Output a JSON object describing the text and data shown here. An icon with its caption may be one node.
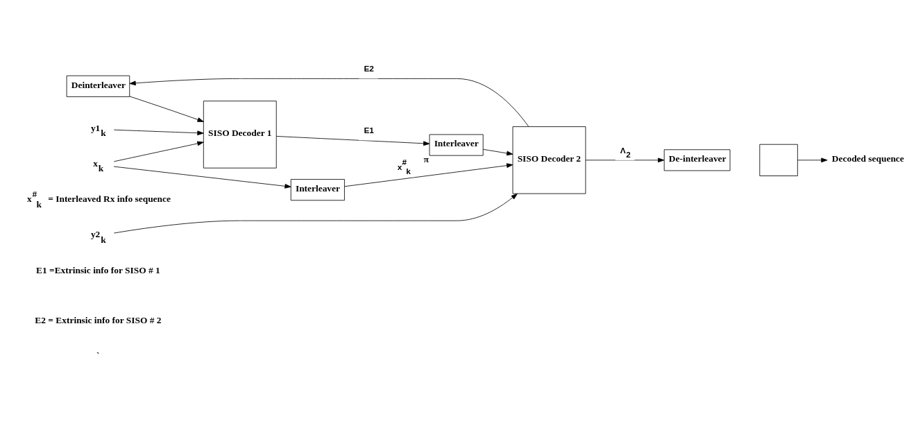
{
  "diagram": {
    "nodes": [
      {
        "text": [
          "Deinterleaver"
        ]
      },
      {
        "text": [
          "SISO Decoder 1"
        ]
      },
      {
        "text": [
          "Interleaver"
        ],
        "beside": [
          "π"
        ]
      },
      {
        "text": [
          "SISO Decoder 2"
        ]
      },
      {
        "text": [
          "De-interleaver"
        ]
      },
      {
        "text": [
          "Interleaver"
        ]
      },
      {
        "text": [],
        "shape": "box"
      },
      {
        "text": [
          "Decoded sequence"
        ]
      },
      {
        "text": [
          "x$_{k}$"
        ]
      },
      {
        "text": [
          "y1$_{k}$"
        ]
      },
      {
        "text": [
          "y2$_{k}$"
        ]
      }
    ],
    "edges": [
      {
        "from": 0,
        "to": 1,
        "arrow": "to"
      },
      {
        "from": 8,
        "to": 1,
        "arrow": "to"
      },
      {
        "from": 9,
        "to": 1,
        "arrow": "to"
      },
      {
        "from": 1,
        "to": 2,
        "label": "E1",
        "arrow": "to"
      },
      {
        "from": 2,
        "to": 3,
        "arrow": "to"
      },
      {
        "from": 3,
        "to": 0,
        "label": "E2",
        "arrow": "to"
      },
      {
        "from": 3,
        "to": 4,
        "label": "Λ$_{2}$",
        "arrow": "to"
      },
      {
        "from": 8,
        "to": 5,
        "arrow": "to"
      },
      {
        "from": 5,
        "to": 3,
        "label": "x$^{#}$$_{k}$",
        "arrow": "to"
      },
      {
        "from": 10,
        "to": 3,
        "arrow": "to"
      },
      {
        "from": 6,
        "to": 7,
        "arrow": "to"
      }
    ],
    "labels": [
      "`",
      "x$^{#}$$_{k}$ = Interleaved Rx info sequence",
      "E1 =Extrinsic info for SISO # 1",
      "E2 = Extrinsic info for SISO # 2"
    ]
  }
}
